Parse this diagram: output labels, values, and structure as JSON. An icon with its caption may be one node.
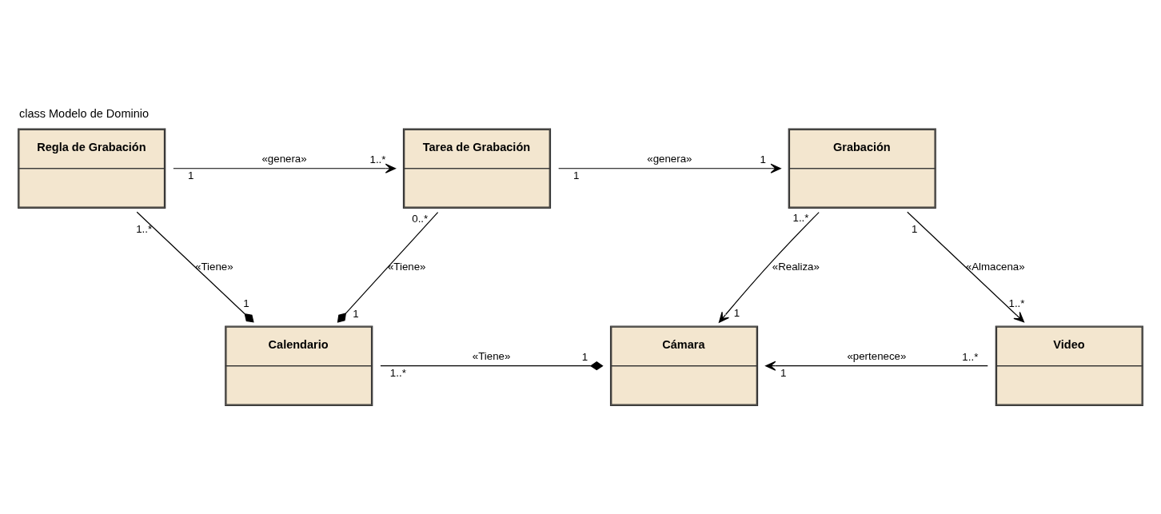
{
  "diagram": {
    "title": "class Modelo de Dominio",
    "nodes": [
      {
        "text": [
          "Calendario"
        ]
      },
      {
        "text": [
          "Cámara"
        ]
      },
      {
        "text": [
          "Video"
        ]
      },
      {
        "text": [
          "Regla de Grabación"
        ]
      },
      {
        "text": [
          "Tarea de Grabación"
        ]
      },
      {
        "text": [
          "Grabación"
        ]
      }
    ],
    "edges": [
      {
        "from": 0,
        "to": 1,
        "arrow": "other",
        "label": "«Tiene»"
      },
      {
        "from": 2,
        "to": 1,
        "arrow": "to",
        "label": "«pertenece»"
      },
      {
        "from": 3,
        "to": 0,
        "arrow": "other",
        "label": "«Tiene»"
      },
      {
        "from": 4,
        "to": 0,
        "arrow": "other",
        "label": "«Tiene»"
      },
      {
        "from": 5,
        "to": 1,
        "arrow": "to",
        "label": "«Realiza»"
      },
      {
        "from": 5,
        "to": 2,
        "arrow": "to",
        "label": "«Almacena»"
      },
      {
        "from": 3,
        "to": 4,
        "arrow": "to",
        "label": "«genera»"
      },
      {
        "from": 4,
        "to": 5,
        "arrow": "to",
        "label": "«genera»"
      }
    ],
    "labels": [
      "1..*",
      "1",
      "1",
      "1..*",
      "1",
      "1",
      "1..*",
      "1",
      "1..*",
      "0..*",
      "1",
      "1..*",
      "1",
      "1..*",
      "1",
      "1"
    ]
  }
}
